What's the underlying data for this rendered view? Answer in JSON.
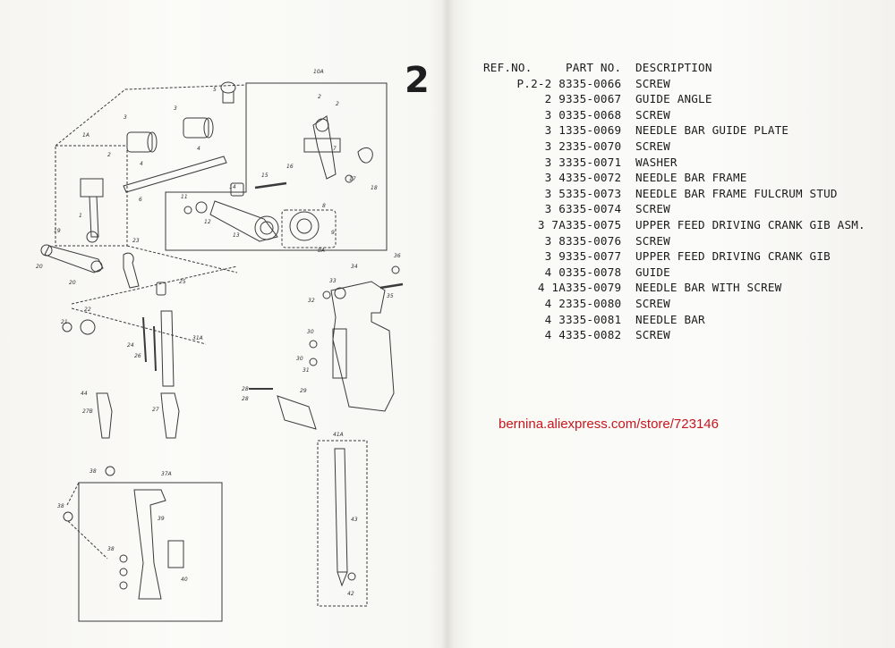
{
  "page": {
    "number": "2"
  },
  "table": {
    "headers": {
      "ref": "REF.NO.",
      "part": "PART NO.",
      "description": "DESCRIPTION"
    },
    "rows": [
      {
        "ref": "P.2-2 8",
        "part": "335-0066",
        "description": "SCREW"
      },
      {
        "ref": "2 9",
        "part": "335-0067",
        "description": "GUIDE ANGLE"
      },
      {
        "ref": "3 0",
        "part": "335-0068",
        "description": "SCREW"
      },
      {
        "ref": "3 1",
        "part": "335-0069",
        "description": "NEEDLE BAR GUIDE PLATE"
      },
      {
        "ref": "3 2",
        "part": "335-0070",
        "description": "SCREW"
      },
      {
        "ref": "3 3",
        "part": "335-0071",
        "description": "WASHER"
      },
      {
        "ref": "3 4",
        "part": "335-0072",
        "description": "NEEDLE BAR FRAME"
      },
      {
        "ref": "3 5",
        "part": "335-0073",
        "description": "NEEDLE BAR FRAME FULCRUM STUD"
      },
      {
        "ref": "3 6",
        "part": "335-0074",
        "description": "SCREW"
      },
      {
        "ref": "3 7A",
        "part": "335-0075",
        "description": "UPPER FEED DRIVING CRANK GIB ASM."
      },
      {
        "ref": "3 8",
        "part": "335-0076",
        "description": "SCREW"
      },
      {
        "ref": "3 9",
        "part": "335-0077",
        "description": "UPPER FEED DRIVING CRANK GIB"
      },
      {
        "ref": "4 0",
        "part": "335-0078",
        "description": "GUIDE"
      },
      {
        "ref": "4 1A",
        "part": "335-0079",
        "description": "NEEDLE BAR WITH SCREW"
      },
      {
        "ref": "4 2",
        "part": "335-0080",
        "description": "SCREW"
      },
      {
        "ref": "4 3",
        "part": "335-0081",
        "description": "NEEDLE BAR"
      },
      {
        "ref": "4 4",
        "part": "335-0082",
        "description": "SCREW"
      }
    ]
  },
  "diagram_labels": {
    "l10a": "10A",
    "l5": "5",
    "l3a": "3",
    "l3b": "3",
    "l4a": "4",
    "l4b": "4",
    "l1a": "1A",
    "l2": "2",
    "l1": "1",
    "l6": "6",
    "l19": "19",
    "l20a": "20",
    "l20b": "20",
    "l23": "23",
    "l25": "25",
    "l11": "11",
    "l12": "12",
    "l14": "14",
    "l15": "15",
    "l16": "16",
    "l13": "13",
    "l8": "8",
    "l9": "9",
    "l8a": "8A",
    "l17": "17",
    "l18": "18",
    "l7": "7",
    "l2b": "2",
    "l2c": "2",
    "l21": "21",
    "l22": "22",
    "l24": "24",
    "l26": "26",
    "l27": "27",
    "l27b": "27B",
    "l44": "44",
    "l31a": "31A",
    "l36": "36",
    "l34": "34",
    "l35": "35",
    "l32": "32",
    "l33": "33",
    "l30a": "30",
    "l30b": "30",
    "l31": "31",
    "l28": "28",
    "l28b": "28",
    "l29": "29",
    "l37a": "37A",
    "l38a": "38",
    "l38b": "38",
    "l38c": "38",
    "l39": "39",
    "l40": "40",
    "l41a": "41A",
    "l43": "43",
    "l42": "42"
  },
  "watermark": {
    "text": "bernina.aliexpress.com/store/723146",
    "color": "#c8161d"
  }
}
